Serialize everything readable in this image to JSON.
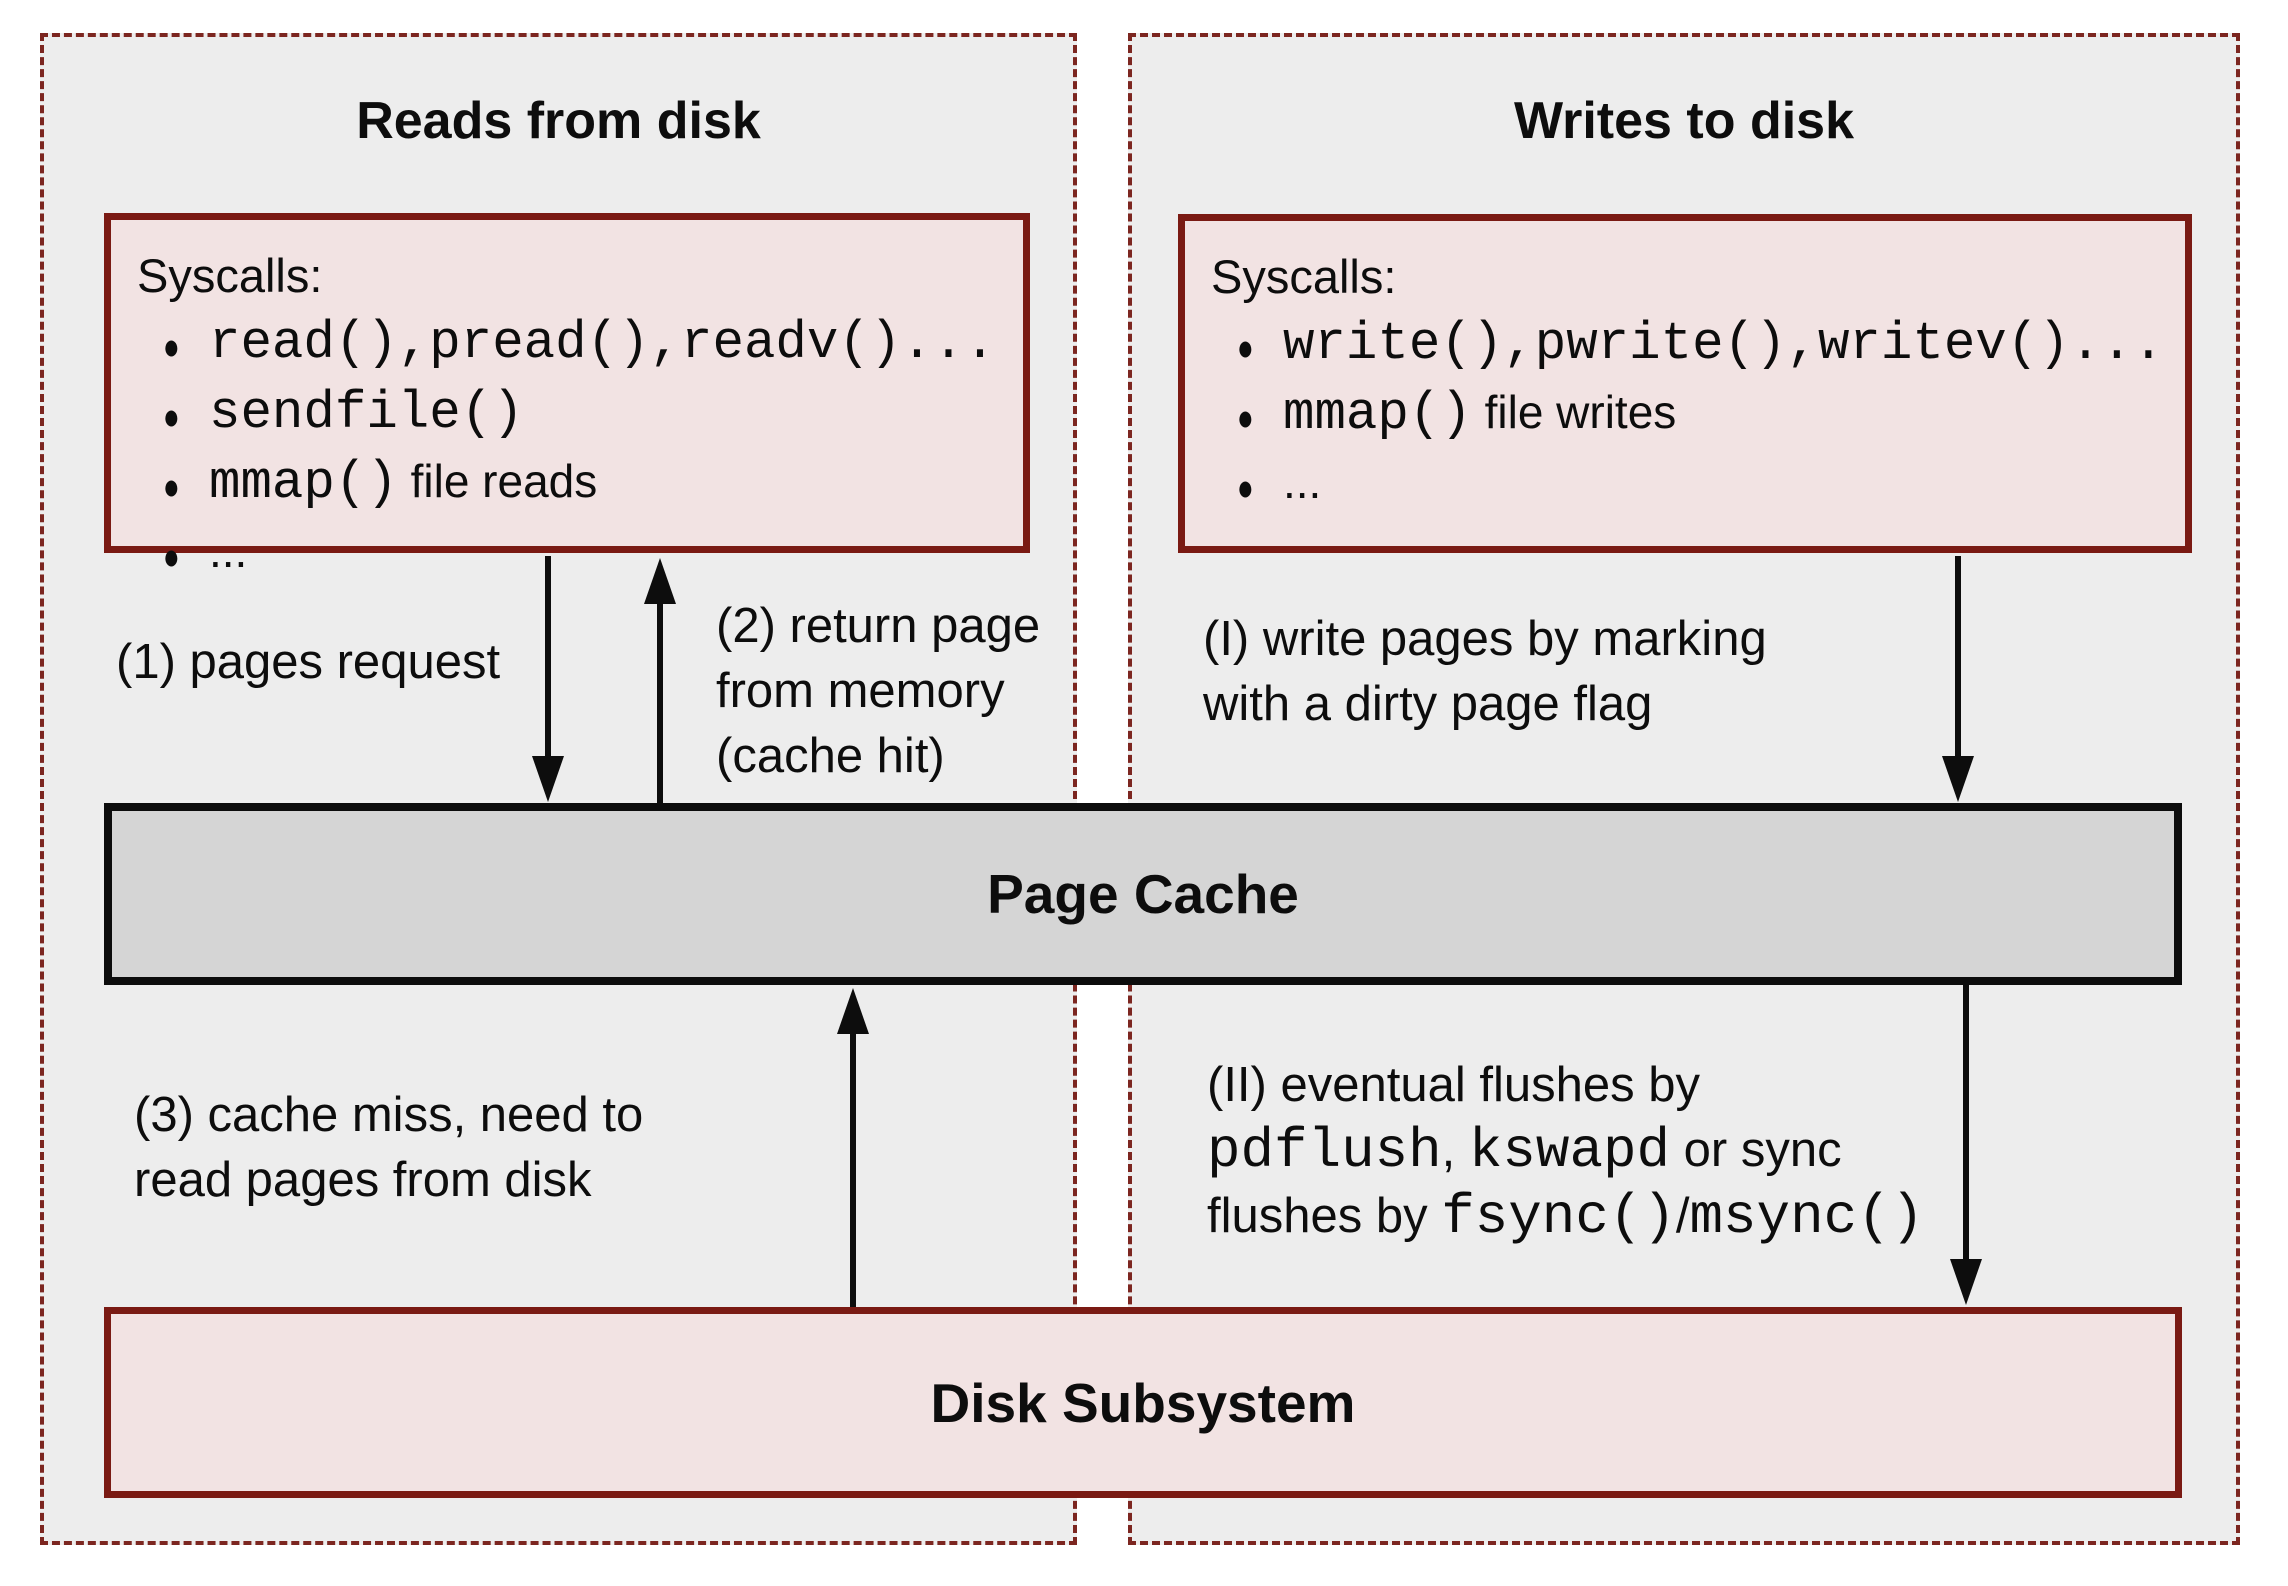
{
  "glyphs": {
    "bullet": "●"
  },
  "left": {
    "title": "Reads from disk",
    "syscalls": {
      "heading": "Syscalls:",
      "items": [
        {
          "code": "read(),pread(),readv()...",
          "text": ""
        },
        {
          "code": "sendfile()",
          "text": ""
        },
        {
          "code": "mmap()",
          "text": " file reads"
        },
        {
          "code": "",
          "text": "..."
        }
      ]
    },
    "labels": {
      "pages_request": "(1) pages request",
      "return_page": [
        "(2) return page",
        "from memory",
        "(cache hit)"
      ],
      "cache_miss": [
        "(3) cache miss, need to",
        "read pages from disk"
      ]
    }
  },
  "right": {
    "title": "Writes to disk",
    "syscalls": {
      "heading": "Syscalls:",
      "items": [
        {
          "code": "write(),pwrite(),writev()...",
          "text": ""
        },
        {
          "code": "mmap()",
          "text": " file writes"
        },
        {
          "code": "",
          "text": "..."
        }
      ]
    },
    "labels": {
      "write_pages": [
        "(I) write pages by marking",
        "with a dirty page flag"
      ],
      "flush": {
        "line1": "(II) eventual flushes by",
        "line2_code1": "pdflush",
        "line2_sep": ", ",
        "line2_code2": "kswapd",
        "line2_rest": " or sync",
        "line3_pre": "flushes by ",
        "line3_code1": "fsync()",
        "line3_slash": "/",
        "line3_code2": "msync()"
      }
    }
  },
  "page_cache": {
    "label": "Page Cache"
  },
  "disk": {
    "label": "Disk Subsystem"
  },
  "colors": {
    "panel_bg": "#ededed",
    "dashed_border": "#7c2620",
    "box_border": "#7a1a13",
    "box_bg": "#f2e3e3",
    "page_cache_bg": "#d5d5d5",
    "page_cache_border": "#0c0c0c",
    "arrow": "#0d0d0d"
  }
}
